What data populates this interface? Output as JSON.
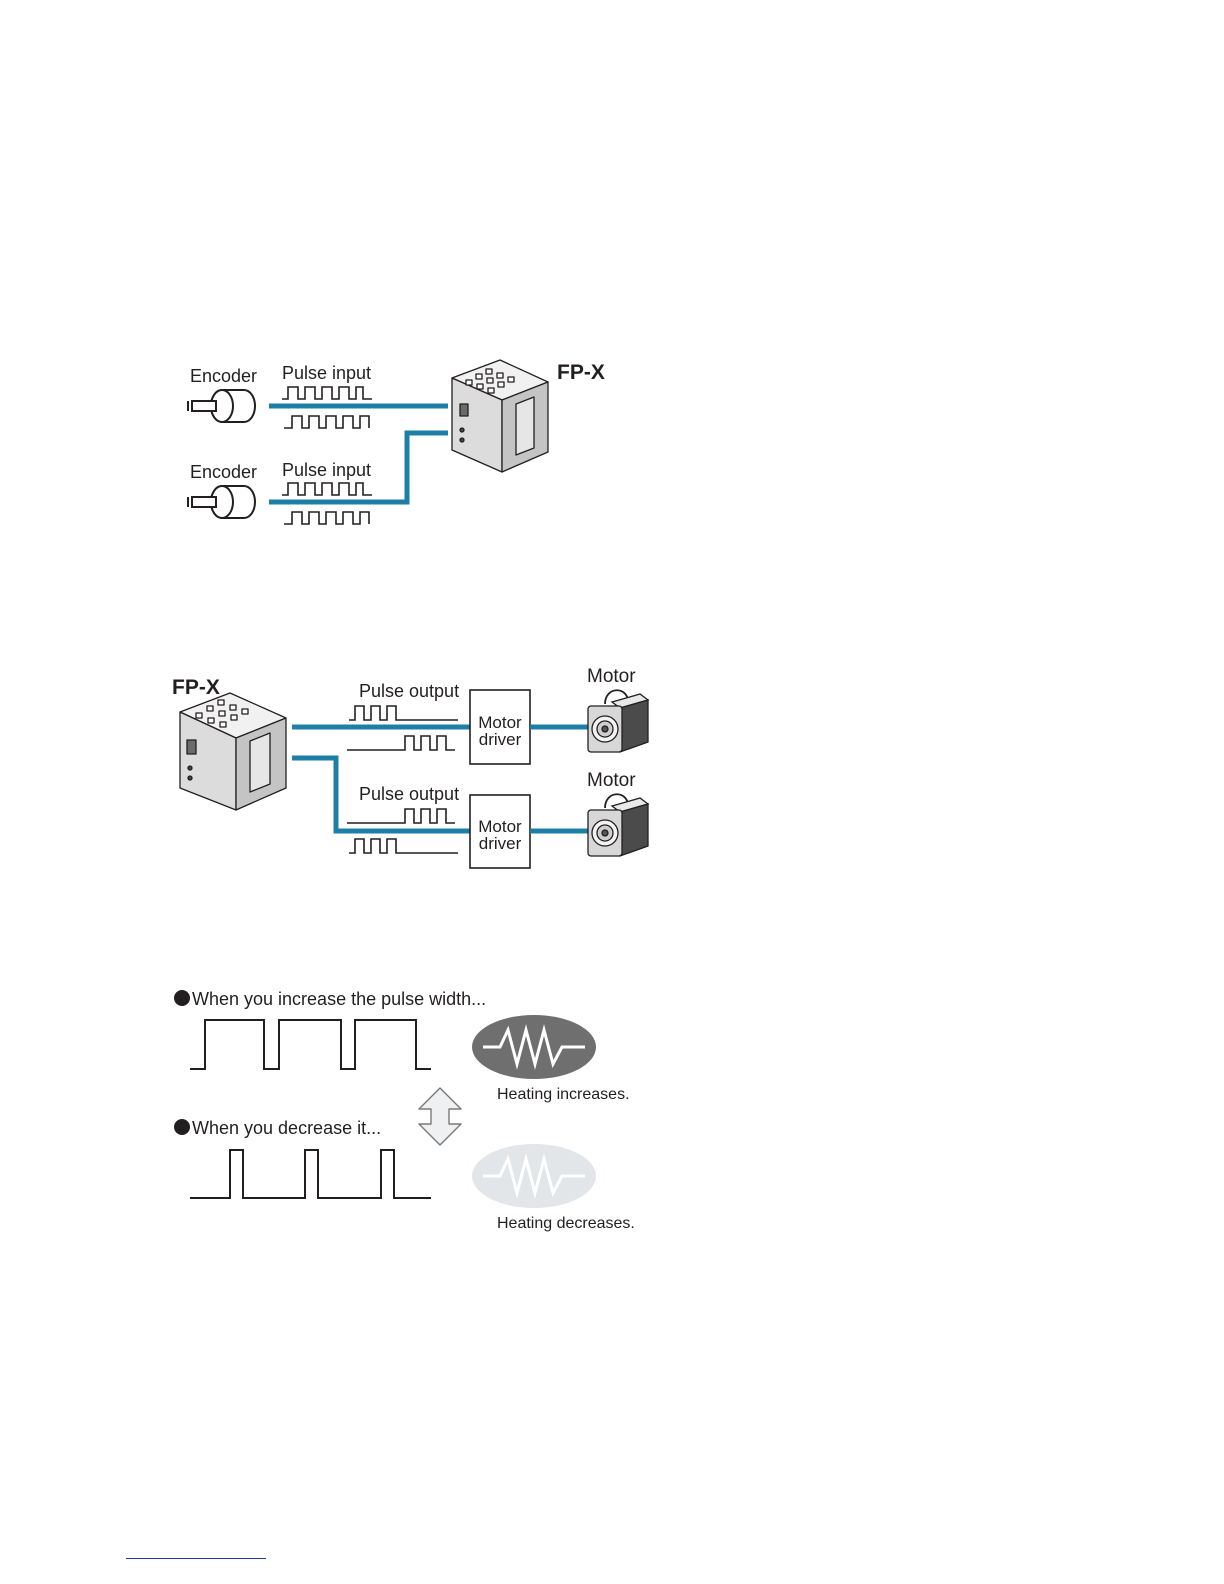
{
  "input_diagram": {
    "device_label": "FP-X",
    "channels": [
      {
        "encoder_label": "Encoder",
        "signal_label": "Pulse input"
      },
      {
        "encoder_label": "Encoder",
        "signal_label": "Pulse input"
      }
    ]
  },
  "output_diagram": {
    "device_label": "FP-X",
    "channels": [
      {
        "signal_label": "Pulse output",
        "driver_line1": "Motor",
        "driver_line2": "driver",
        "motor_label": "Motor"
      },
      {
        "signal_label": "Pulse output",
        "driver_line1": "Motor",
        "driver_line2": "driver",
        "motor_label": "Motor"
      }
    ]
  },
  "pwm_diagram": {
    "increase_heading": "When you increase the pulse width...",
    "decrease_heading": "When you decrease it...",
    "increase_result": "Heating increases.",
    "decrease_result": "Heating decreases."
  },
  "colors": {
    "signal_line": "#1e7fa6",
    "text": "#231f20",
    "heat_high": "#6f6f6f",
    "heat_low": "#e2e6e9",
    "footer_rule": "#1f3a9e"
  }
}
